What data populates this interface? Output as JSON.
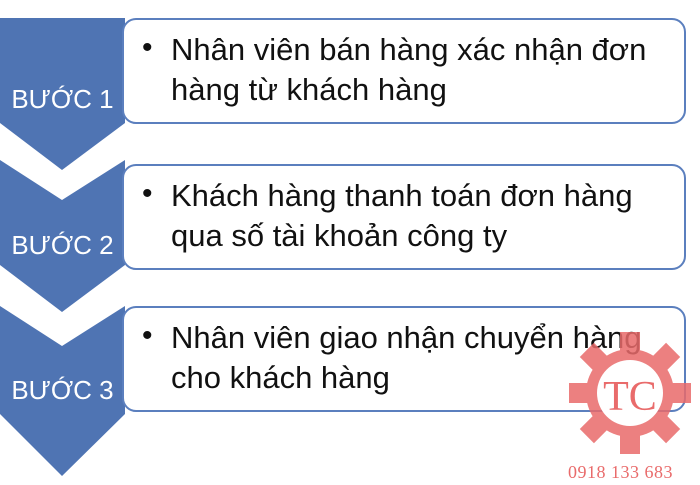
{
  "steps": [
    {
      "label": "BƯỚC 1",
      "text": "Nhân viên bán hàng xác nhận đơn hàng từ khách hàng"
    },
    {
      "label": "BƯỚC 2",
      "text": "Khách hàng thanh toán đơn hàng qua số tài khoản công ty"
    },
    {
      "label": "BƯỚC 3",
      "text": "Nhân viên giao nhận chuyển hàng cho khách hàng"
    }
  ],
  "bullet": "•",
  "watermark": {
    "logo_text": "TC",
    "phone": "0918 133 683"
  },
  "colors": {
    "chevron": "#4f74b3",
    "border": "#5b7fbe",
    "watermark": "#e96b6b"
  }
}
